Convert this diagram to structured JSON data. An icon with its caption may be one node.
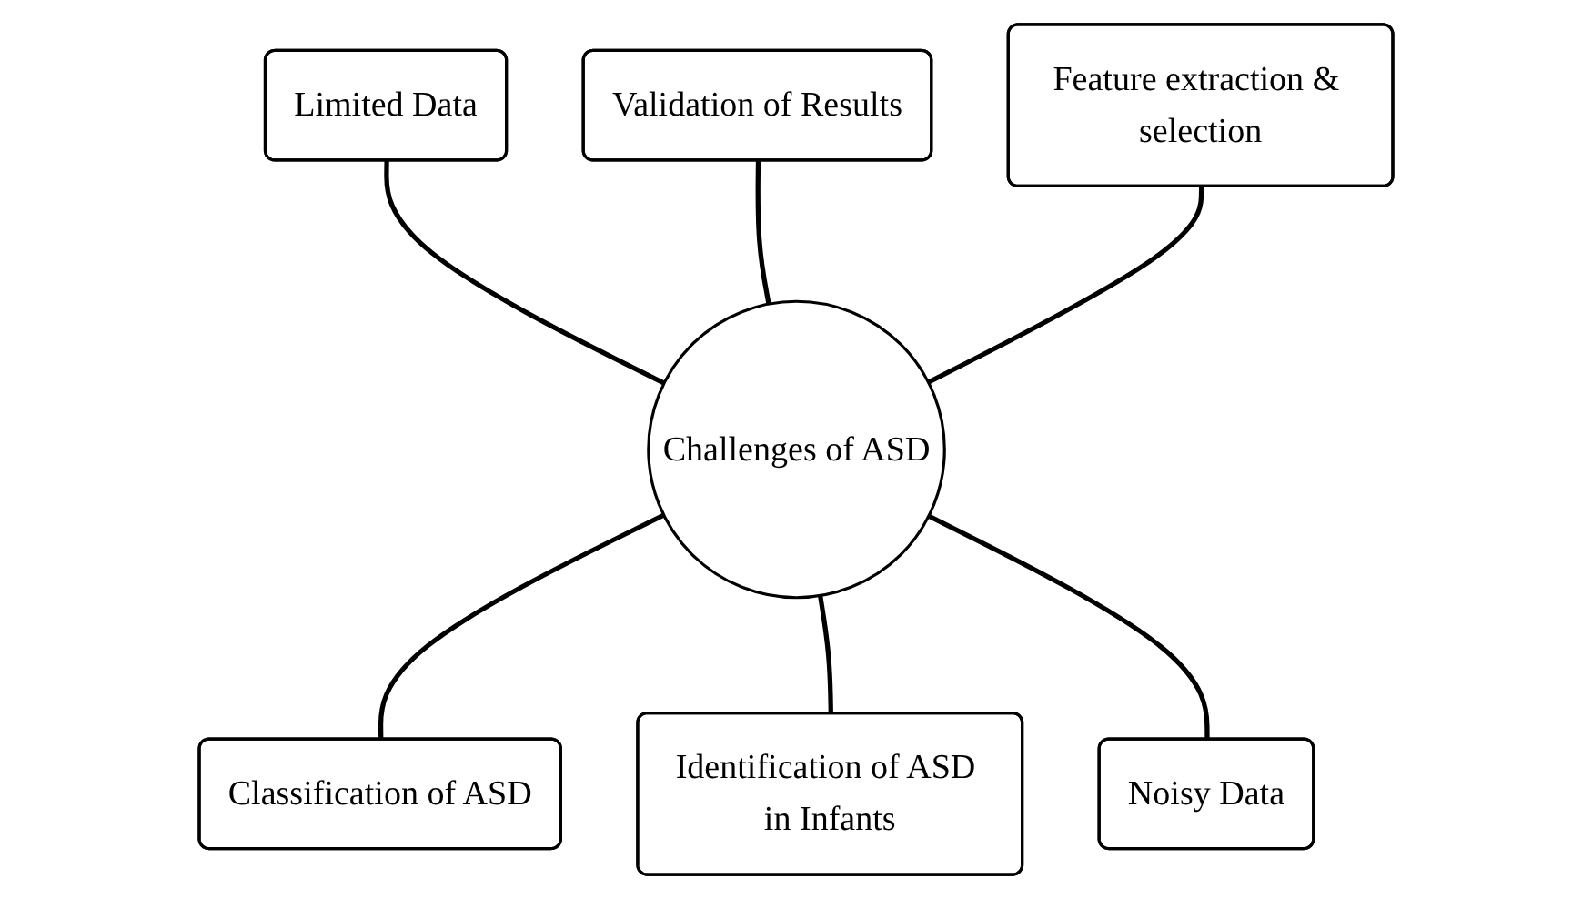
{
  "diagram": {
    "nodes": [
      {
        "text": [
          "Limited Data"
        ]
      },
      {
        "text": [
          "Validation of Results"
        ]
      },
      {
        "text": [
          "Feature extraction & selection"
        ]
      },
      {
        "text": [
          "Challenges of ASD"
        ]
      },
      {
        "text": [
          "Classification of ASD"
        ]
      },
      {
        "text": [
          "Identification of ASD in Infants"
        ]
      },
      {
        "text": [
          "Noisy Data"
        ]
      }
    ],
    "edges": [
      {
        "from": 0,
        "to": 3,
        "arrow": "none"
      },
      {
        "from": 1,
        "to": 3,
        "arrow": "none"
      },
      {
        "from": 2,
        "to": 3,
        "arrow": "none"
      },
      {
        "from": 3,
        "to": 4,
        "arrow": "none"
      },
      {
        "from": 3,
        "to": 5,
        "arrow": "none"
      },
      {
        "from": 3,
        "to": 6,
        "arrow": "none"
      }
    ]
  }
}
